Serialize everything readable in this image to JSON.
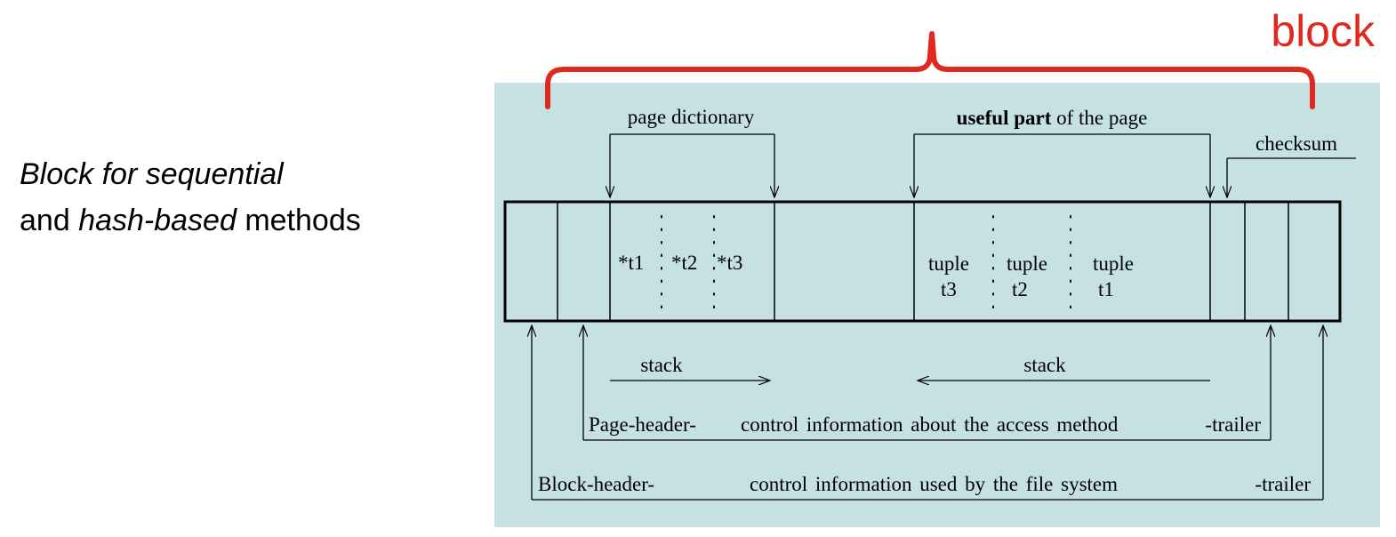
{
  "title": {
    "line1_italic": "Block for sequential",
    "line2_plain_1": "and ",
    "line2_italic": "hash-based",
    "line2_plain_2": " methods"
  },
  "colors": {
    "panel": "#c5e1e3",
    "brace": "#e0281e",
    "ink": "#000000"
  },
  "diagram": {
    "block_label": "block",
    "page_dictionary_label": "page dictionary",
    "useful_part_bold": "useful part",
    "useful_part_rest": " of the page",
    "checksum_label": "checksum",
    "pointers": [
      "*t1",
      "*t2",
      "*t3"
    ],
    "tuples": [
      {
        "line1": "tuple",
        "line2": "t3"
      },
      {
        "line1": "tuple",
        "line2": "t2"
      },
      {
        "line1": "tuple",
        "line2": "t1"
      }
    ],
    "stack_left": "stack",
    "stack_right": "stack",
    "page_header": "Page-header-",
    "page_info": "control information about the access method",
    "page_trailer": "-trailer",
    "block_header": "Block-header-",
    "block_info": "control information used by the file system",
    "block_trailer": "-trailer"
  }
}
